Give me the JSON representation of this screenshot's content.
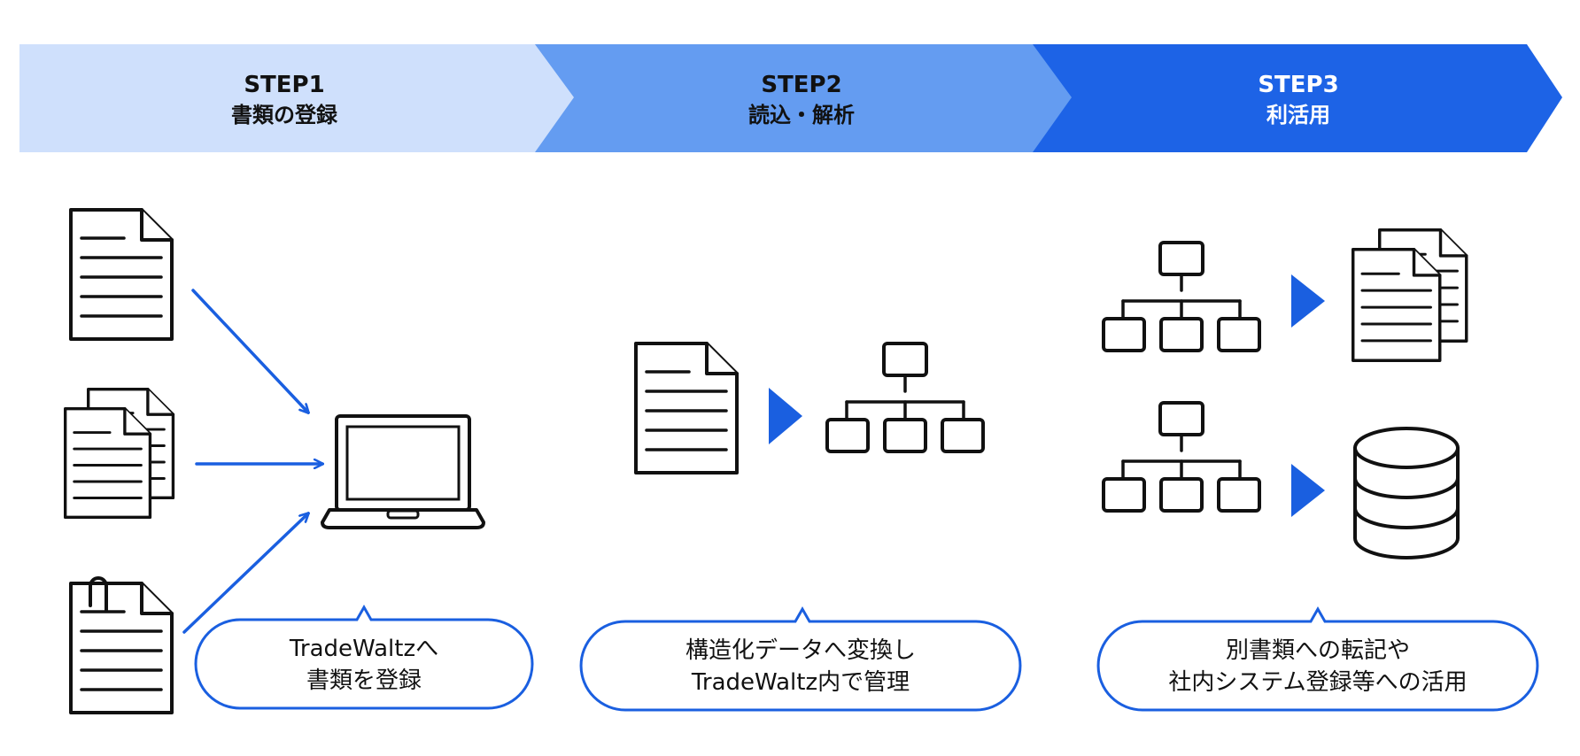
{
  "steps": [
    {
      "number": "STEP1",
      "title": "書類の登録"
    },
    {
      "number": "STEP2",
      "title": "読込・解析"
    },
    {
      "number": "STEP3",
      "title": "利活用"
    }
  ],
  "callouts": [
    {
      "line1": "TradeWaltzへ",
      "line2": "書類を登録"
    },
    {
      "line1": "構造化データへ変換し",
      "line2": "TradeWaltz内で管理"
    },
    {
      "line1": "別書類への転記や",
      "line2": "社内システム登録等への活用"
    }
  ],
  "colors": {
    "step1_fill": "#cfe0fc",
    "step2_fill": "#649cf1",
    "step3_fill": "#1d63e6",
    "accent": "#1a5fe0",
    "icon_stroke": "#111111"
  },
  "icons": {
    "document": "document-icon",
    "document_stack": "document-stack-icon",
    "document_clip": "document-clip-icon",
    "laptop": "laptop-icon",
    "hierarchy": "hierarchy-icon",
    "database": "database-icon",
    "play": "play-arrow-icon"
  }
}
